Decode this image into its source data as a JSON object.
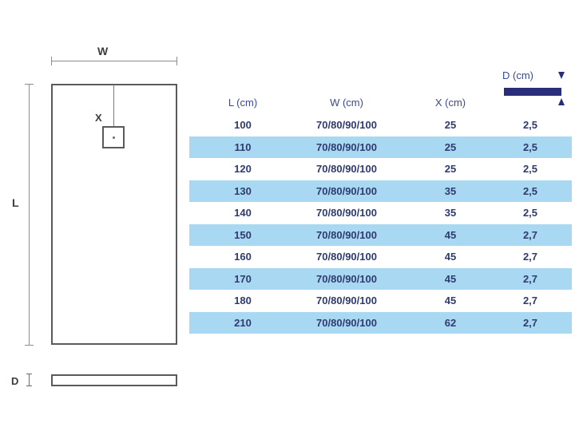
{
  "drawing": {
    "width_label": "W",
    "length_label": "L",
    "drain_label": "X",
    "depth_label": "D",
    "parts": {
      "tray_outline": "shower-tray-plan-view",
      "drain_square": "drain-outlet",
      "side_profile": "tray-side-profile"
    }
  },
  "legend": {
    "depth_label": "D (cm)",
    "bar_color": "#282e79",
    "arrow_up": "arrow-up",
    "arrow_down": "arrow-down"
  },
  "colors": {
    "row_highlight": "#a9d8f2",
    "header_text": "#3b4a93",
    "header_rule": "#4b5699",
    "body_text": "#2f3b6e",
    "navy": "#282e79",
    "line_gray": "#5a5a5a"
  },
  "table": {
    "headers": [
      "L (cm)",
      "W (cm)",
      "X (cm)",
      "D (cm)"
    ],
    "rows": [
      {
        "l": "100",
        "w": "70/80/90/100",
        "x": "25",
        "d": "2,5"
      },
      {
        "l": "110",
        "w": "70/80/90/100",
        "x": "25",
        "d": "2,5"
      },
      {
        "l": "120",
        "w": "70/80/90/100",
        "x": "25",
        "d": "2,5"
      },
      {
        "l": "130",
        "w": "70/80/90/100",
        "x": "35",
        "d": "2,5"
      },
      {
        "l": "140",
        "w": "70/80/90/100",
        "x": "35",
        "d": "2,5"
      },
      {
        "l": "150",
        "w": "70/80/90/100",
        "x": "45",
        "d": "2,7"
      },
      {
        "l": "160",
        "w": "70/80/90/100",
        "x": "45",
        "d": "2,7"
      },
      {
        "l": "170",
        "w": "70/80/90/100",
        "x": "45",
        "d": "2,7"
      },
      {
        "l": "180",
        "w": "70/80/90/100",
        "x": "45",
        "d": "2,7"
      },
      {
        "l": "210",
        "w": "70/80/90/100",
        "x": "62",
        "d": "2,7"
      }
    ]
  }
}
